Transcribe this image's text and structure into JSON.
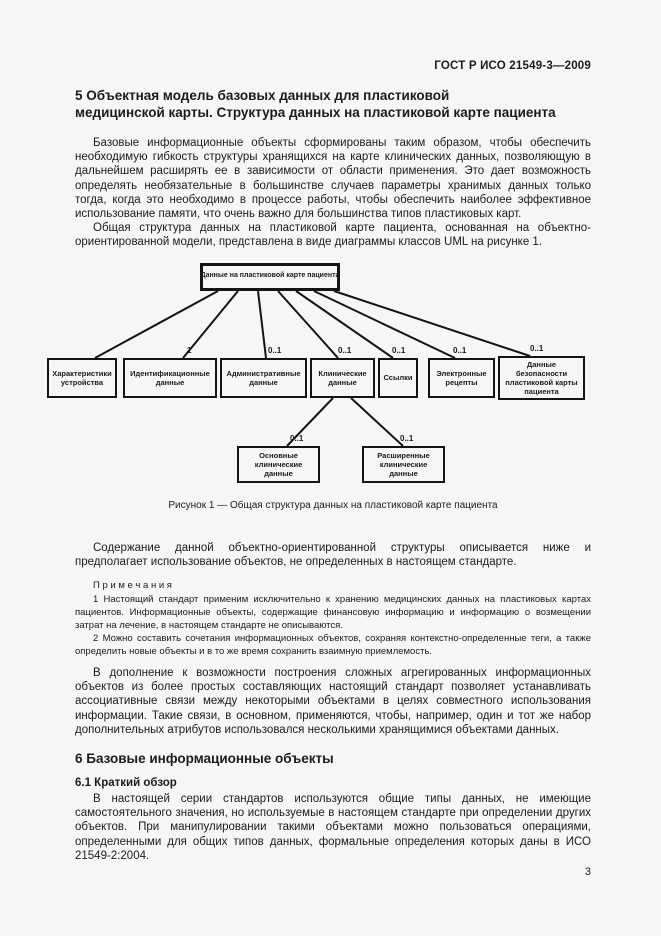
{
  "page": {
    "header": "ГОСТ Р ИСО 21549-3—2009",
    "page_number": "3"
  },
  "section5": {
    "heading_line1": "5  Объектная модель базовых данных для пластиковой",
    "heading_line2": "медицинской карты. Структура данных на пластиковой карте пациента",
    "para1": "Базовые информационные объекты сформированы таким образом, чтобы обеспечить необходимую гибкость структуры хранящихся на карте клинических данных, позволяющую в дальнейшем расширять ее в зависимости от области применения. Это дает возможность определять необязательные в большинстве случаев параметры хранимых данных только тогда, когда это необходимо в процессе работы, чтобы обеспечить наиболее эффективное использование памяти, что очень важно для большинства типов пластиковых карт.",
    "para2": "Общая структура данных на пластиковой карте пациента, основанная на объектно-ориентированной модели, представлена в виде диаграммы классов UML на рисунке 1."
  },
  "figure": {
    "caption": "Рисунок 1 — Общая структура данных на пластиковой карте пациента",
    "root_label": "Данные на пластиковой карте пациента",
    "nodes": [
      {
        "label": "Характеристики устройства",
        "multiplicity": ""
      },
      {
        "label": "Идентификационные данные",
        "multiplicity": "1"
      },
      {
        "label": "Административные данные",
        "multiplicity": "0..1"
      },
      {
        "label": "Клинические данные",
        "multiplicity": "0..1"
      },
      {
        "label": "Ссылки",
        "multiplicity": "0..1"
      },
      {
        "label": "Электронные рецепты",
        "multiplicity": "0..1"
      },
      {
        "label": "Данные безопасности пластиковой карты пациента",
        "multiplicity": "0..1"
      }
    ],
    "subnodes": [
      {
        "label": "Основные клинические данные",
        "multiplicity": "0..1"
      },
      {
        "label": "Расширенные клинические данные",
        "multiplicity": "0..1"
      }
    ]
  },
  "body": {
    "para3": "Содержание данной объектно-ориентированной структуры описывается ниже и предполагает использование объектов, не определенных в настоящем стандарте.",
    "notes_title": "П р и м е ч а н и я",
    "note1": "1  Настоящий стандарт применим исключительно к хранению медицинских данных на пластиковых картах пациентов. Информационные объекты, содержащие финансовую информацию и информацию о возмещении затрат на лечение, в настоящем стандарте не описываются.",
    "note2": "2  Можно составить сочетания информационных объектов, сохраняя контекстно-определенные теги, а также определить новые объекты и в то же время сохранить взаимную приемлемость.",
    "para4": "В дополнение к возможности построения сложных агрегированных информационных объектов из более простых составляющих настоящий стандарт позволяет устанавливать ассоциативные связи между некоторыми объектами в целях совместного использования информации. Такие связи, в основном, применяются, чтобы, например, один и тот же набор дополнительных атрибутов использовался несколькими хранящимися объектами данных."
  },
  "section6": {
    "heading": "6  Базовые информационные объекты",
    "subheading": "6.1  Краткий обзор",
    "para": "В настоящей серии стандартов используются общие типы данных, не имеющие самостоятельного значения, но используемые в настоящем стандарте при определении других объектов. При манипулировании такими объектами можно пользоваться операциями, определенными для общих типов данных, формальные определения которых даны в ИСО 21549-2:2004."
  },
  "colors": {
    "page_bg": "#f6f6f6",
    "ink": "#1b1b1b"
  }
}
